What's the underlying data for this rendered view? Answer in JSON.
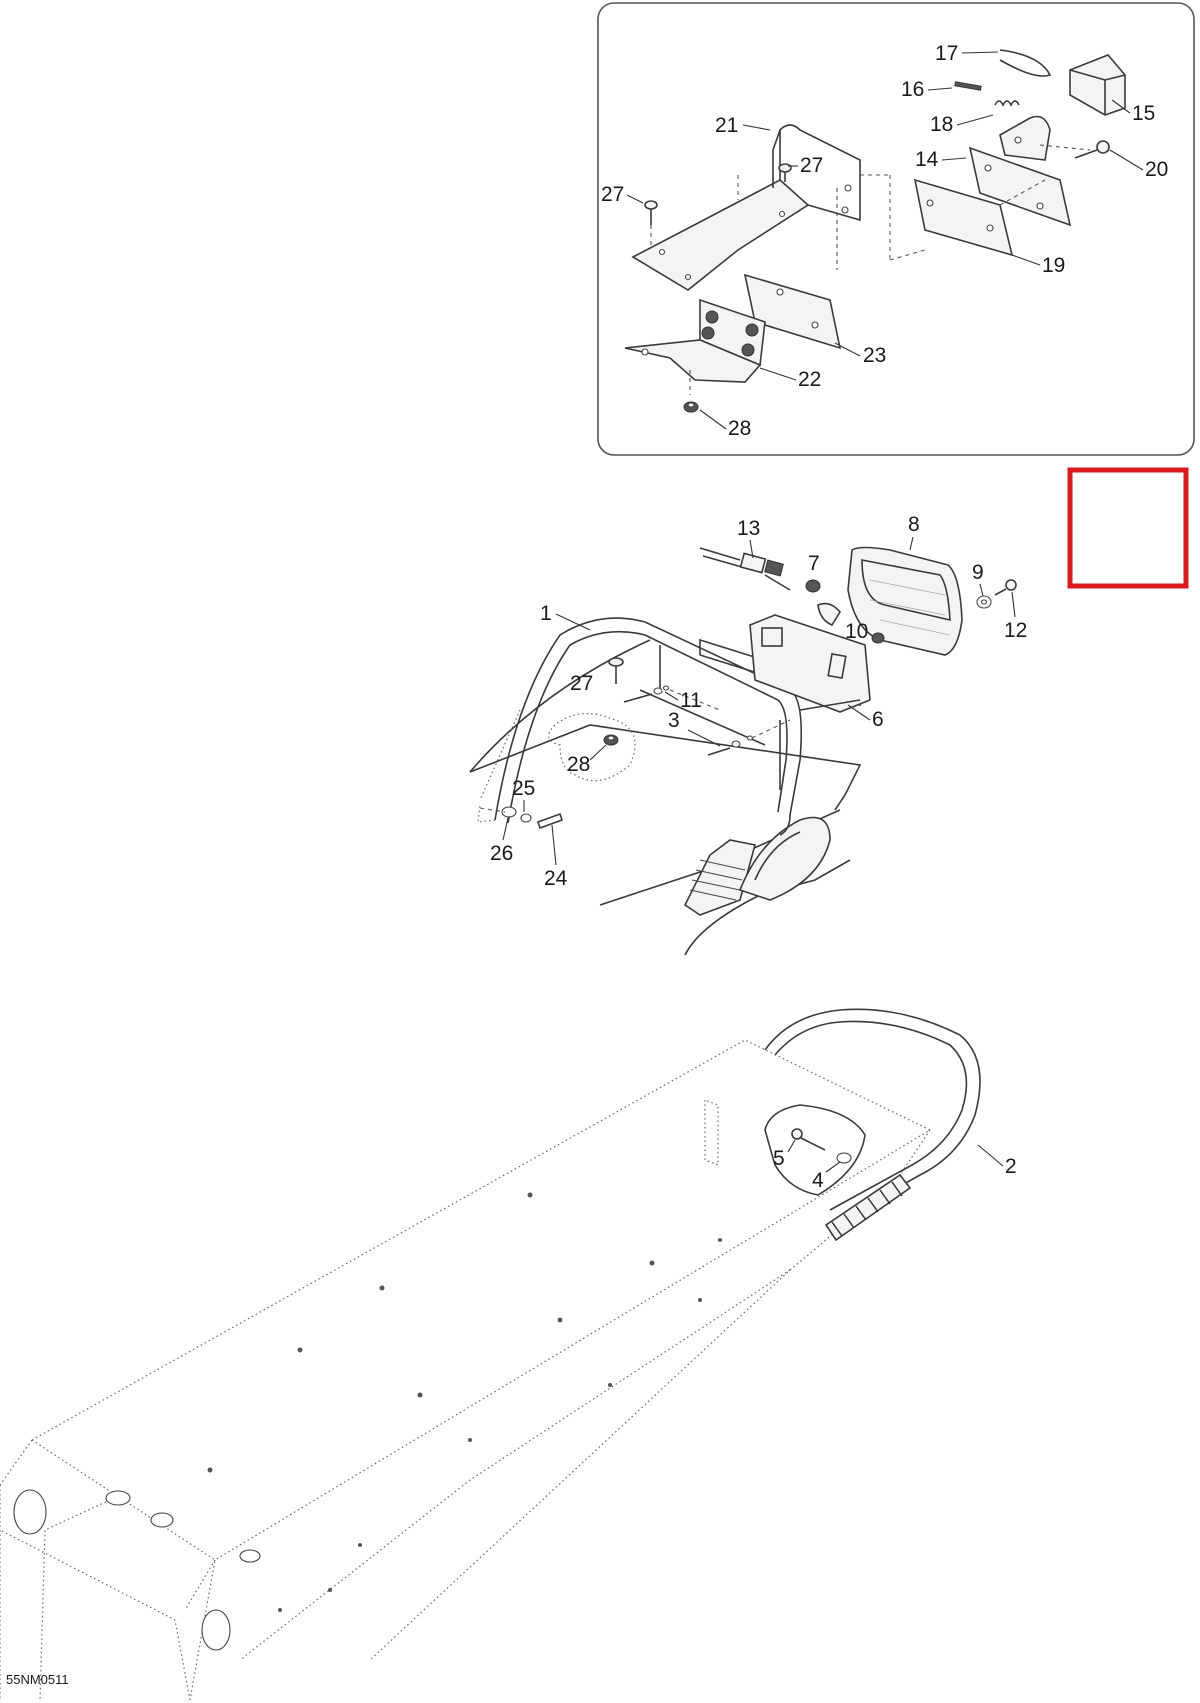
{
  "diagram": {
    "drawing_code": "55NM0511",
    "callouts": [
      "1",
      "2",
      "3",
      "4",
      "5",
      "6",
      "7",
      "8",
      "9",
      "10",
      "11",
      "12",
      "13",
      "14",
      "15",
      "16",
      "17",
      "18",
      "19",
      "20",
      "21",
      "22",
      "23",
      "24",
      "25",
      "26",
      "27",
      "27",
      "27",
      "28",
      "28"
    ]
  },
  "colors": {
    "highlight_box": "#d91a1a",
    "inset_border": "#555555",
    "line_art": "#3a3a3a"
  }
}
